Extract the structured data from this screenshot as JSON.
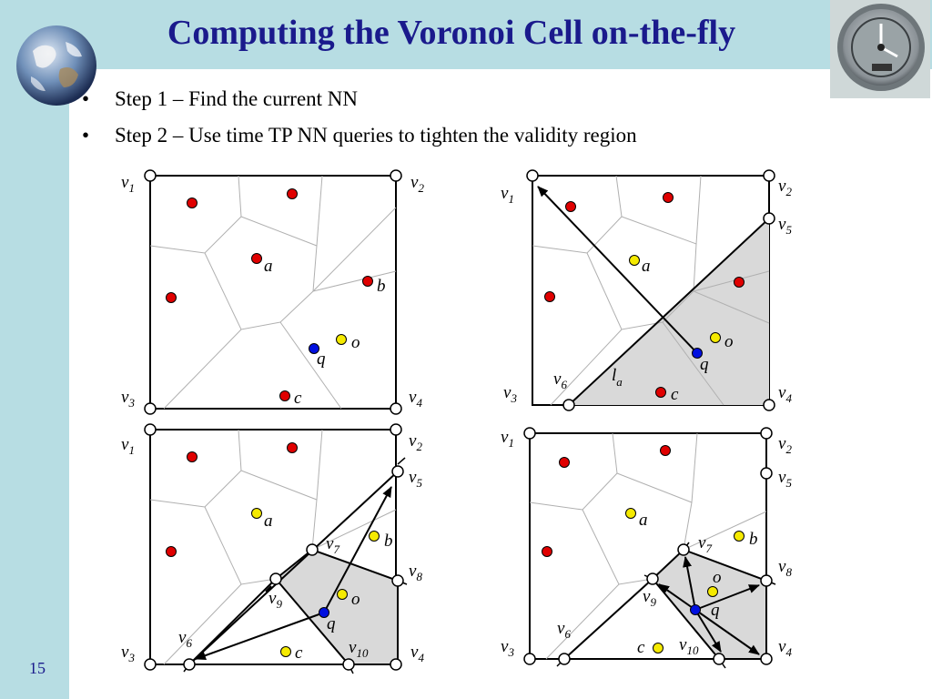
{
  "slide": {
    "title": "Computing the Voronoi Cell on-the-fly",
    "bullets": [
      "Step 1 – Find the current NN",
      "Step 2 – Use time TP NN queries to tighten the validity region"
    ],
    "page_number": "15"
  },
  "labels": {
    "v": "v",
    "sub1": "1",
    "sub2": "2",
    "sub3": "3",
    "sub4": "4",
    "sub5": "5",
    "sub6": "6",
    "sub7": "7",
    "sub8": "8",
    "sub9": "9",
    "sub10": "10",
    "a": "a",
    "b": "b",
    "c": "c",
    "o": "o",
    "q": "q",
    "l": "l",
    "la_sub": "a"
  },
  "colors": {
    "panel_bg": "#b7dde3",
    "title": "#1a1a8c",
    "point_red": "#e00000",
    "point_yellow": "#f5ea00",
    "query_blue": "#0010e0",
    "region_gray": "#d9d9d9"
  },
  "icons": [
    "earth-globe-image",
    "car-clock-image"
  ]
}
